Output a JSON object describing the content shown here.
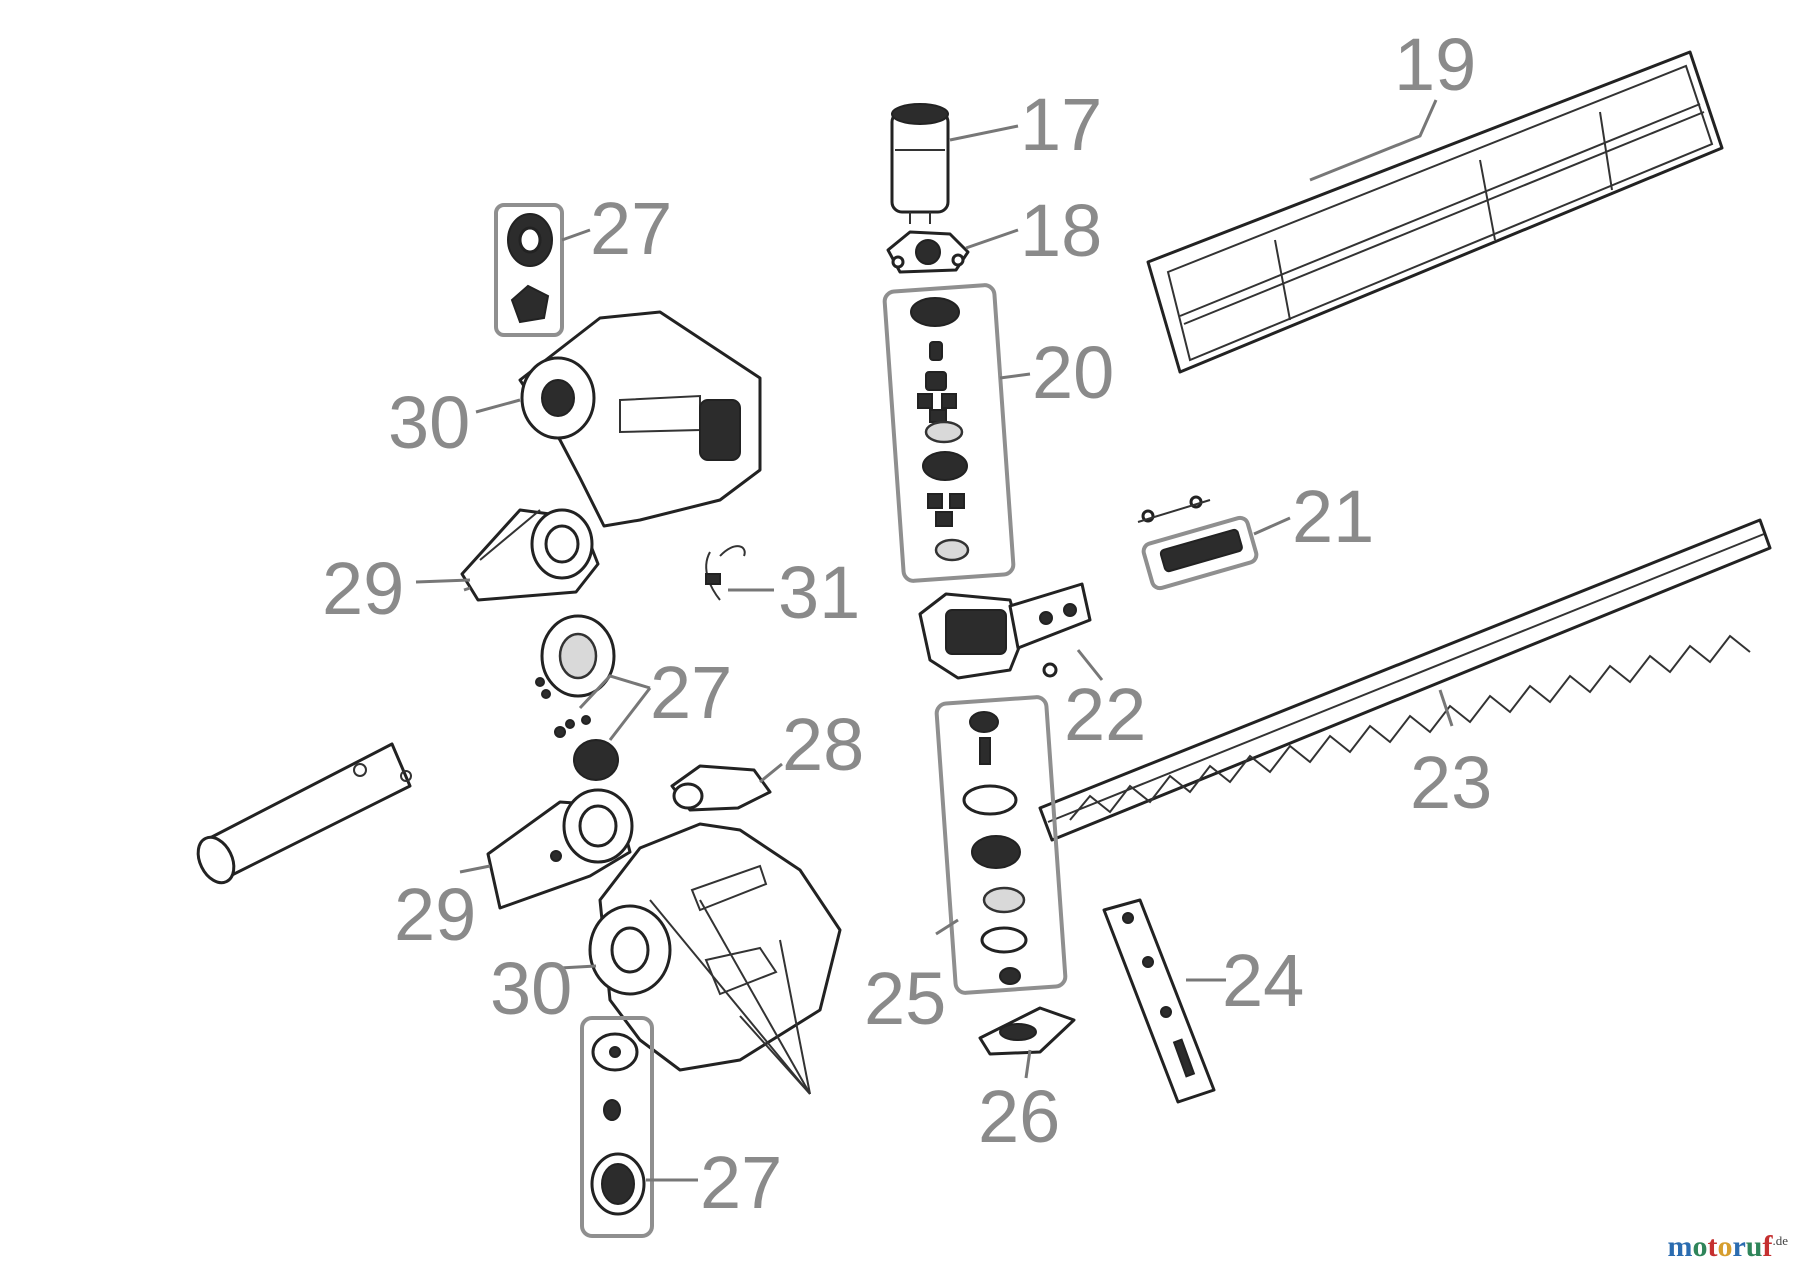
{
  "diagram": {
    "callouts": [
      {
        "id": "c19",
        "label": "19"
      },
      {
        "id": "c17",
        "label": "17"
      },
      {
        "id": "c18",
        "label": "18"
      },
      {
        "id": "c20",
        "label": "20"
      },
      {
        "id": "c21",
        "label": "21"
      },
      {
        "id": "c22",
        "label": "22"
      },
      {
        "id": "c23",
        "label": "23"
      },
      {
        "id": "c24",
        "label": "24"
      },
      {
        "id": "c25",
        "label": "25"
      },
      {
        "id": "c26",
        "label": "26"
      },
      {
        "id": "c27a",
        "label": "27"
      },
      {
        "id": "c27b",
        "label": "27"
      },
      {
        "id": "c27c",
        "label": "27"
      },
      {
        "id": "c28",
        "label": "28"
      },
      {
        "id": "c29a",
        "label": "29"
      },
      {
        "id": "c29b",
        "label": "29"
      },
      {
        "id": "c30a",
        "label": "30"
      },
      {
        "id": "c30b",
        "label": "30"
      },
      {
        "id": "c31",
        "label": "31"
      }
    ]
  },
  "watermark": {
    "brand": "motoruf",
    "tld": ".de",
    "letter_colors": [
      "#2b6cb0",
      "#2f855a",
      "#c53030",
      "#d69e2e",
      "#2b6cb0",
      "#2f855a",
      "#c53030"
    ]
  }
}
